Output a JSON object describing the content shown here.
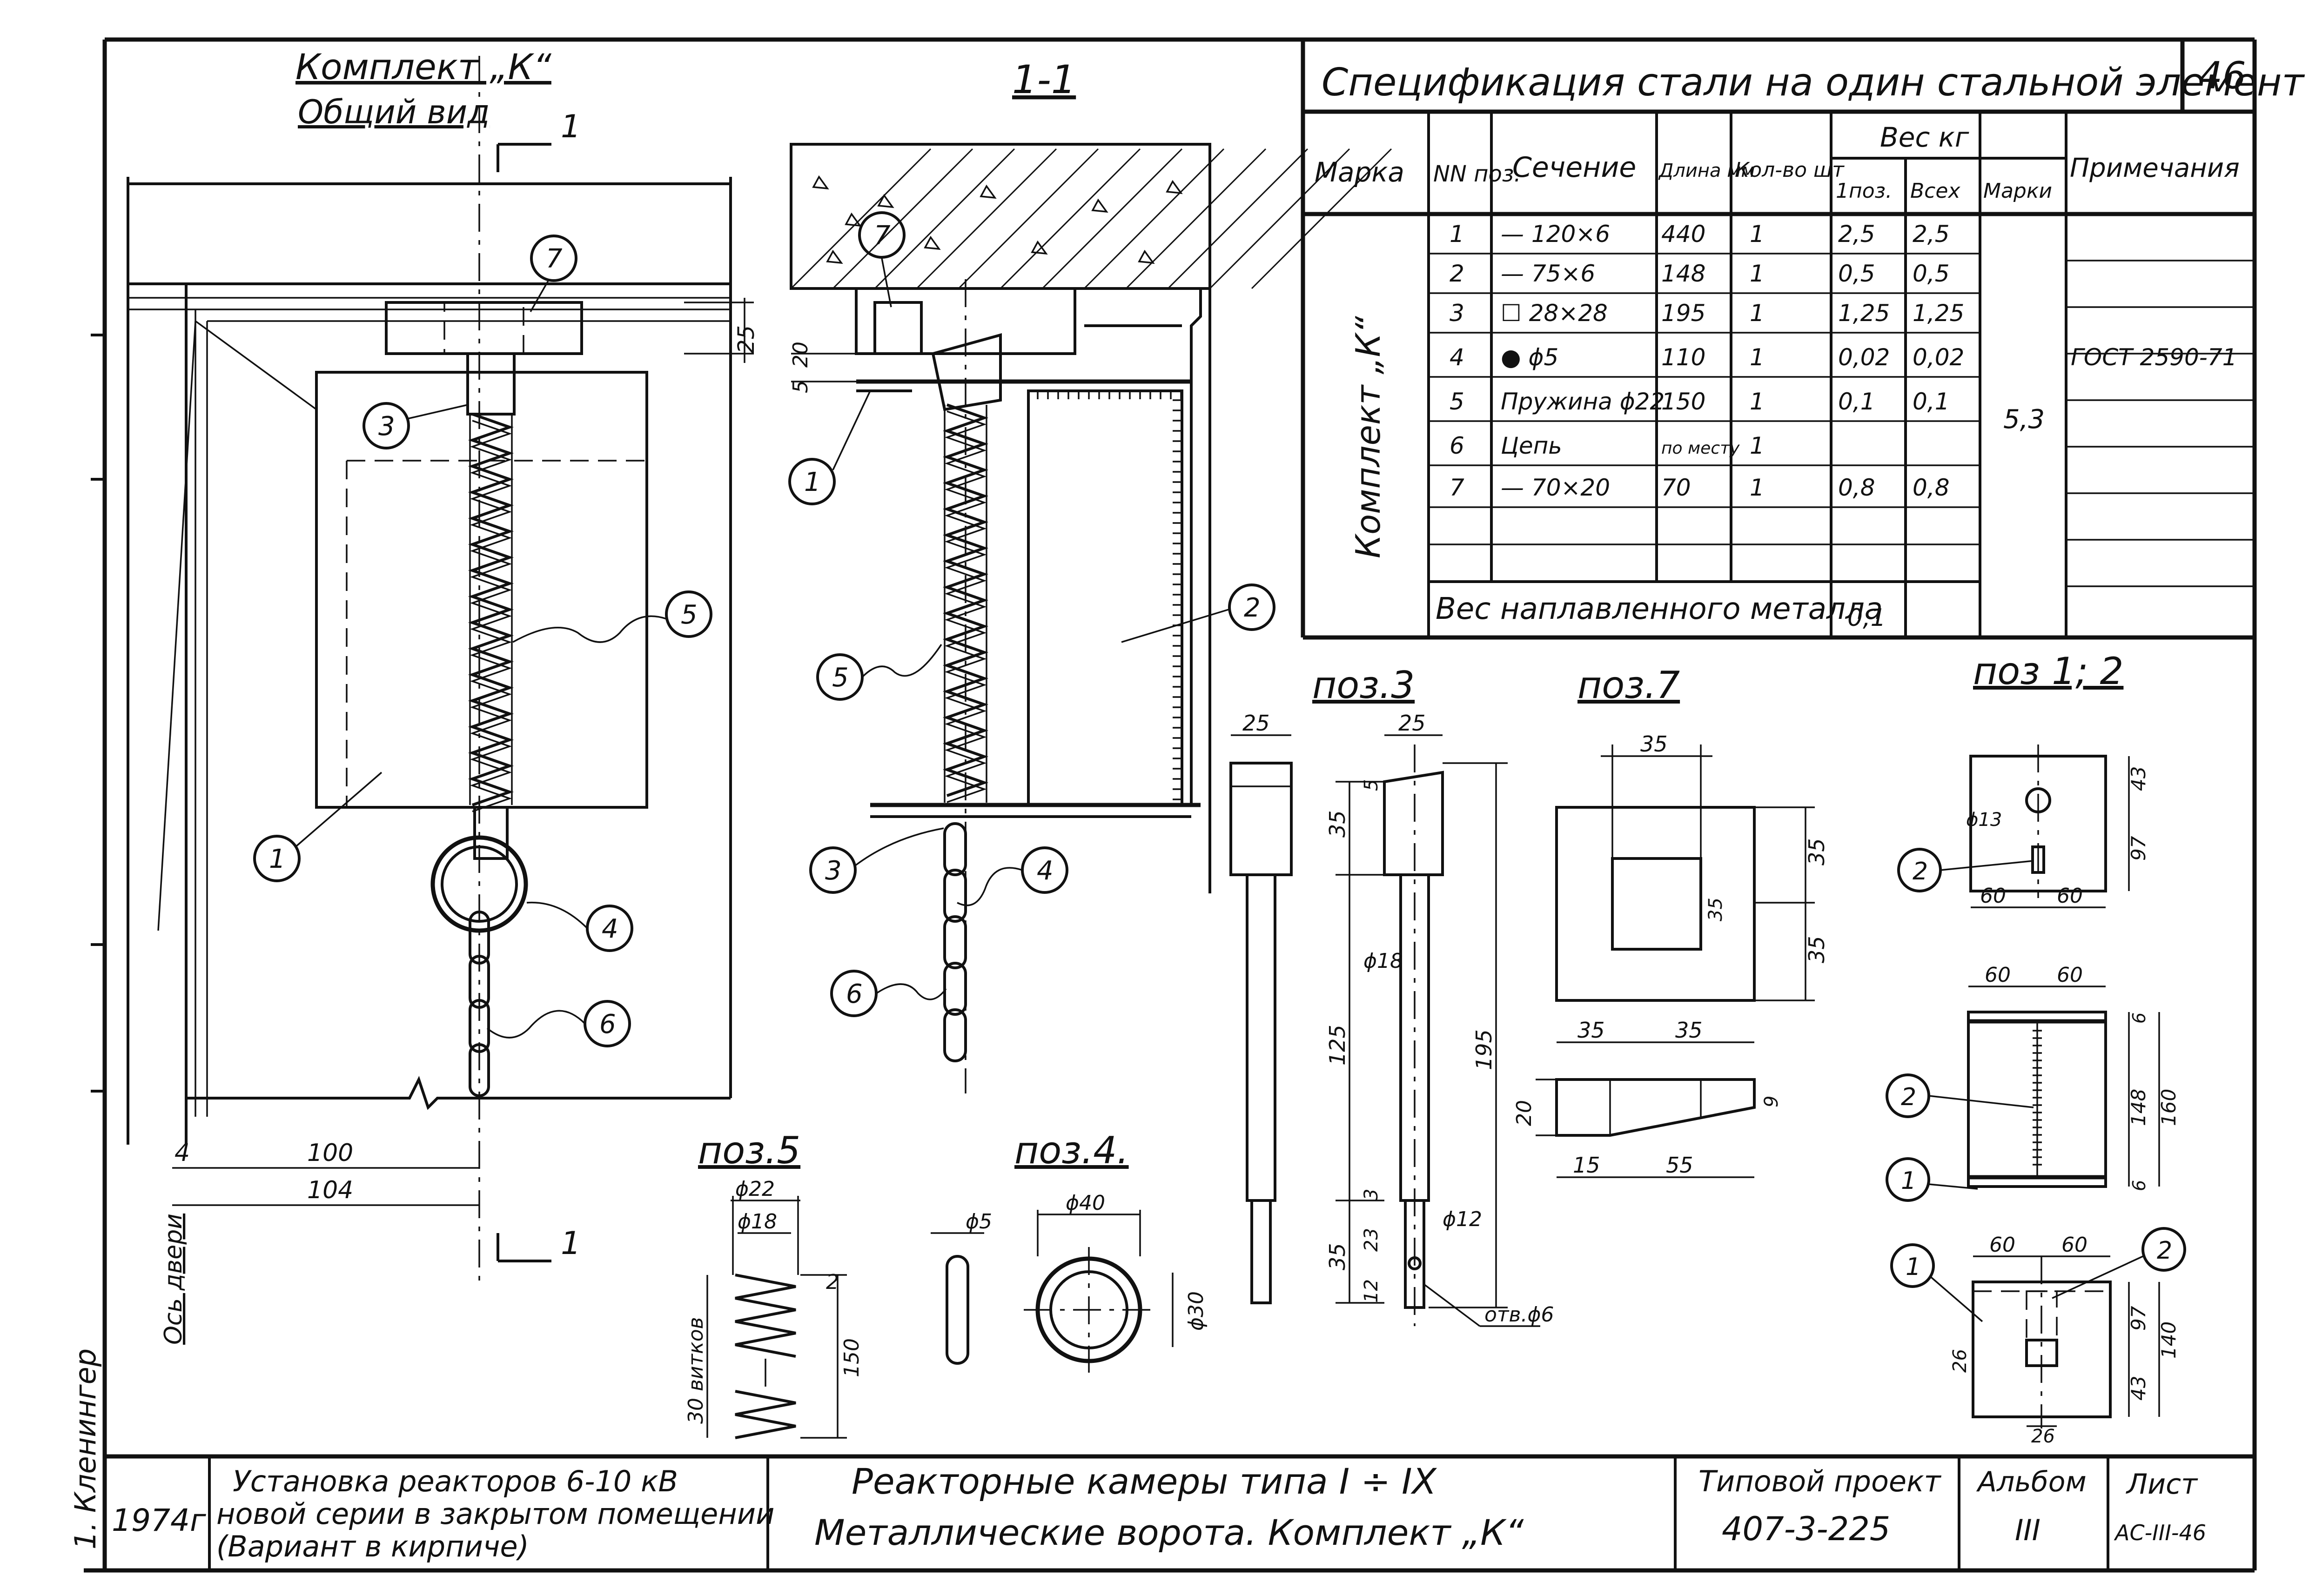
{
  "sheet_number": "46",
  "general_view": {
    "title_line1": "Комплект „К“",
    "title_line2": "Общий вид",
    "section_mark": "1",
    "dim_25": "25",
    "dim_100": "100",
    "dim_104": "104",
    "dim_4": "4",
    "door_axis": "Ось двери",
    "callouts": [
      "1",
      "3",
      "4",
      "5",
      "6",
      "7"
    ]
  },
  "section_view": {
    "title": "1-1",
    "dim_20": "20",
    "dim_5": "5",
    "callouts": [
      "1",
      "2",
      "3",
      "4",
      "5",
      "6",
      "7"
    ]
  },
  "spec_table": {
    "title": "Спецификация стали на один стальной элемент",
    "headers": {
      "mark": "Марка",
      "pos_no": "NN поз.",
      "section": "Сечение",
      "length": "Длина мм",
      "qty": "Кол-во шт",
      "weight": "Вес кг",
      "w_one": "1поз.",
      "w_all": "Всех",
      "w_mark": "Марки",
      "notes": "Примечания"
    },
    "mark_label": "Комплект „К“",
    "mark_weight": "5,3",
    "rows": [
      {
        "pos": "1",
        "section": "— 120×6",
        "length": "440",
        "qty": "1",
        "w_one": "2,5",
        "w_all": "2,5",
        "note": ""
      },
      {
        "pos": "2",
        "section": "— 75×6",
        "length": "148",
        "qty": "1",
        "w_one": "0,5",
        "w_all": "0,5",
        "note": ""
      },
      {
        "pos": "3",
        "section": "☐ 28×28",
        "length": "195",
        "qty": "1",
        "w_one": "1,25",
        "w_all": "1,25",
        "note": ""
      },
      {
        "pos": "4",
        "section": "● ϕ5",
        "length": "110",
        "qty": "1",
        "w_one": "0,02",
        "w_all": "0,02",
        "note": "ГОСТ 2590-71"
      },
      {
        "pos": "5",
        "section": "Пружина ϕ22",
        "length": "150",
        "qty": "1",
        "w_one": "0,1",
        "w_all": "0,1",
        "note": ""
      },
      {
        "pos": "6",
        "section": "Цепь",
        "length": "по месту",
        "qty": "1",
        "w_one": "",
        "w_all": "",
        "note": ""
      },
      {
        "pos": "7",
        "section": "— 70×20",
        "length": "70",
        "qty": "1",
        "w_one": "0,8",
        "w_all": "0,8",
        "note": ""
      }
    ],
    "weld_label": "Вес наплавленного металла",
    "weld_value": "0,1"
  },
  "poz3": {
    "title": "поз.3",
    "dims": [
      "25",
      "25",
      "5",
      "35",
      "125",
      "195",
      "ϕ18",
      "3",
      "23",
      "35",
      "12",
      "ϕ12",
      "отв.ϕ6"
    ]
  },
  "poz7": {
    "title": "поз.7",
    "dims": [
      "35",
      "35",
      "35",
      "35",
      "35",
      "35",
      "20",
      "15",
      "55",
      "9"
    ]
  },
  "poz12": {
    "title": "поз 1; 2",
    "dims": [
      "ϕ13",
      "43",
      "97",
      "60",
      "60",
      "60",
      "60",
      "6",
      "148",
      "160",
      "6",
      "60",
      "60",
      "97",
      "140",
      "43",
      "26",
      "26"
    ],
    "callouts": [
      "1",
      "1",
      "2",
      "2",
      "2"
    ]
  },
  "poz5": {
    "title": "поз.5",
    "dims": [
      "ϕ22",
      "ϕ18",
      "2",
      "150",
      "30 витков"
    ]
  },
  "poz4": {
    "title": "поз.4.",
    "dims": [
      "ϕ5",
      "ϕ40",
      "ϕ30"
    ]
  },
  "title_block": {
    "year": "1974г",
    "desc_line1": "Установка реакторов 6-10 кВ",
    "desc_line2": "новой серии в закрытом помещении",
    "desc_line3": "(Вариант в кирпиче)",
    "title_line1": "Реакторные камеры типа I ÷ IX",
    "title_line2": "Металлические ворота. Комплект „К“",
    "project_label": "Типовой проект",
    "project_no": "407-3-225",
    "album_label": "Альбом",
    "album_no": "III",
    "sheet_label": "Лист",
    "sheet_no": "АС-III-46"
  },
  "margin_note": "1. Кленингер"
}
